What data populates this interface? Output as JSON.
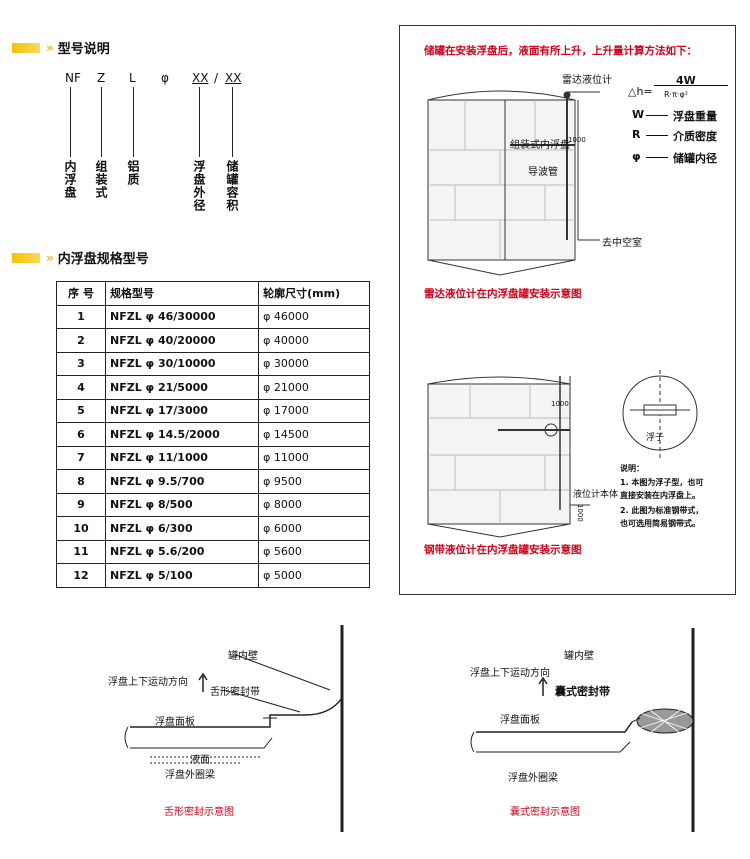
{
  "model_section": {
    "title": "型号说明",
    "codes": [
      "NF",
      "Z",
      "L",
      "φ",
      "XX",
      "/",
      "XX"
    ],
    "meanings": [
      "内浮盘",
      "组装式",
      "铝质",
      "浮盘外径",
      "储罐容积"
    ]
  },
  "spec_section": {
    "title": "内浮盘规格型号",
    "headers": [
      "序 号",
      "规格型号",
      "轮廓尺寸(mm)"
    ],
    "rows": [
      [
        "1",
        "NFZL φ 46/30000",
        "φ 46000"
      ],
      [
        "2",
        "NFZL φ 40/20000",
        "φ 40000"
      ],
      [
        "3",
        "NFZL φ 30/10000",
        "φ 30000"
      ],
      [
        "4",
        "NFZL φ 21/5000",
        "φ 21000"
      ],
      [
        "5",
        "NFZL φ 17/3000",
        "φ 17000"
      ],
      [
        "6",
        "NFZL φ 14.5/2000",
        "φ 14500"
      ],
      [
        "7",
        "NFZL φ 11/1000",
        "φ 11000"
      ],
      [
        "8",
        "NFZL φ 9.5/700",
        "φ 9500"
      ],
      [
        "9",
        "NFZL φ 8/500",
        "φ 8000"
      ],
      [
        "10",
        "NFZL φ 6/300",
        "φ 6000"
      ],
      [
        "11",
        "NFZL φ 5.6/200",
        "φ 5600"
      ],
      [
        "12",
        "NFZL φ 5/100",
        "φ 5000"
      ]
    ]
  },
  "right_panel": {
    "intro": "储罐在安装浮盘后，液面有所上升，上升量计算方法如下：",
    "formula_lhs": "△h=",
    "formula_num": "4W",
    "formula_den": "R·π·φ²",
    "legend": [
      {
        "sym": "W",
        "text": "浮盘重量"
      },
      {
        "sym": "R",
        "text": "介质密度"
      },
      {
        "sym": "φ",
        "text": "储罐内径"
      }
    ],
    "diagram1": {
      "radar": "雷达液位计",
      "floater": "组装式内浮盘",
      "guide": "导波管",
      "dim": "1000",
      "vac": "去中空室",
      "caption": "雷达液位计在内浮盘罐安装示意图"
    },
    "diagram2": {
      "dim1": "1000",
      "dim2": "1000",
      "float": "浮子",
      "body": "液位计本体",
      "note_title": "说明：",
      "notes": [
        "1. 本图为浮子型，也可",
        "直接安装在内浮盘上。",
        "2. 此图为标准钢带式，",
        "也可选用简易钢带式。"
      ],
      "caption": "钢带液位计在内浮盘罐安装示意图"
    }
  },
  "seal1": {
    "wall": "罐内壁",
    "motion": "浮盘上下运动方向",
    "seal": "舌形密封带",
    "plate": "浮盘面板",
    "liquid": "液面",
    "ring": "浮盘外圈梁",
    "caption": "舌形密封示意图"
  },
  "seal2": {
    "wall": "罐内壁",
    "motion": "浮盘上下运动方向",
    "seal": "囊式密封带",
    "plate": "浮盘面板",
    "ring": "浮盘外圈梁",
    "caption": "囊式密封示意图"
  }
}
